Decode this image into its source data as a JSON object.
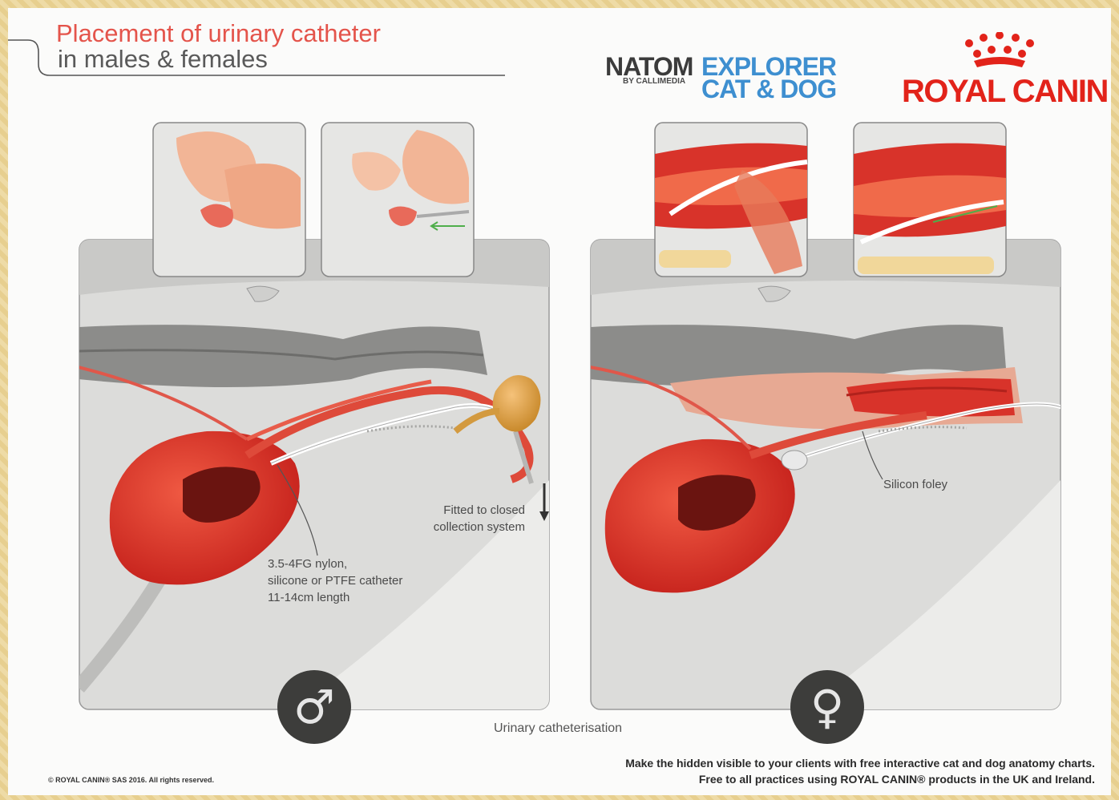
{
  "header": {
    "title_line1": "Placement of urinary catheter",
    "title_line2": "in males & females"
  },
  "brands": {
    "natom_part1": "NATOM",
    "natom_part2": "EXPLORER",
    "natom_part3": "CAT & DOG",
    "natom_sub": "BY CALLIMEDIA",
    "royal_canin": "ROYAL CANIN"
  },
  "male_panel": {
    "symbol": "♂",
    "label_collection_1": "Fitted to closed",
    "label_collection_2": "collection system",
    "label_catheter_1": "3.5-4FG nylon,",
    "label_catheter_2": "silicone or PTFE catheter",
    "label_catheter_3": "11-14cm length"
  },
  "female_panel": {
    "symbol": "♀",
    "label_foley": "Silicon foley"
  },
  "footer": {
    "caption": "Urinary catheterisation",
    "copyright": "© ROYAL CANIN® SAS 2016. All rights reserved.",
    "promo_1": "Make the hidden visible to your clients with free interactive cat and dog anatomy charts.",
    "promo_2": "Free to all practices using ROYAL CANIN® products in the UK and Ireland."
  },
  "colors": {
    "accent_red": "#e4544b",
    "brand_blue": "#3e8fd0",
    "brand_red": "#e2231a",
    "organ_red": "#d8332a",
    "tissue_grey": "#9a9a98"
  },
  "icons": [
    "male-symbol-icon",
    "female-symbol-icon",
    "royal-canin-crown-icon"
  ]
}
